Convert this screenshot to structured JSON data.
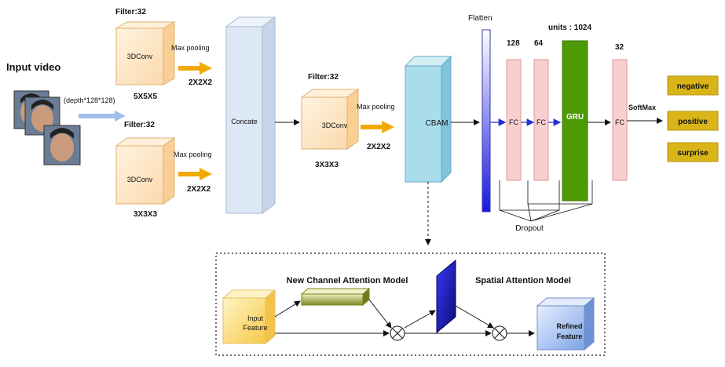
{
  "input": {
    "title": "Input video",
    "dims": "(depth*128*128)"
  },
  "branch_top": {
    "filter": "Filter:32",
    "block": "3DConv",
    "kernel": "5X5X5",
    "pool_label": "Max pooling",
    "pool_size": "2X2X2"
  },
  "branch_bottom": {
    "filter": "Filter:32",
    "block": "3DConv",
    "kernel": "3X3X3",
    "pool_label": "Max pooling",
    "pool_size": "2X2X2"
  },
  "concat": {
    "label": "Concate"
  },
  "conv_mid": {
    "filter": "Filter:32",
    "block": "3DConv",
    "kernel": "3X3X3",
    "pool_label": "Max pooling",
    "pool_size": "2X2X2"
  },
  "cbam": {
    "label": "CBAM"
  },
  "flatten": {
    "label": "Flatten"
  },
  "fc1": {
    "label": "FC",
    "units": "128"
  },
  "fc2": {
    "label": "FC",
    "units": "64"
  },
  "gru": {
    "label": "GRU",
    "units": "units : 1024"
  },
  "fc3": {
    "label": "FC",
    "units": "32"
  },
  "dropout": {
    "label": "Dropout"
  },
  "softmax": {
    "label": "SoftMax"
  },
  "outputs": [
    "negative",
    "positive",
    "surprise"
  ],
  "attention": {
    "input_feature": [
      "Input",
      "Feature"
    ],
    "channel_title": "New Channel Attention Model",
    "spatial_title": "Spatial Attention Model",
    "refined_feature": [
      "Refined",
      "Feature"
    ]
  },
  "colors": {
    "conv_face": "#fde6c8",
    "concat_face": "#dce7f5",
    "cbam_face": "#a9dcec",
    "fc_face": "#f8cfcf",
    "gru_face": "#4e9a06",
    "output_face": "#d9b51a",
    "arrow_orange": "#f2a900"
  }
}
